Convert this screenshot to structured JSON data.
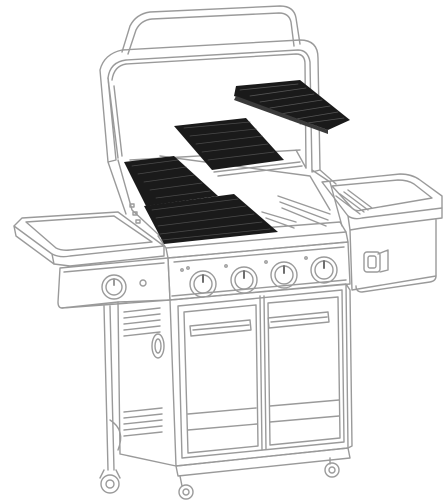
{
  "illustration": {
    "subject": "gas-grill",
    "colors": {
      "outline": "#9a9a9a",
      "outline_dark": "#6e6e6e",
      "grate": "#1a1a1a",
      "grate_line": "#4a4a4a",
      "background": "#ffffff"
    },
    "burner_knobs": 4,
    "side_burner_knobs": 1,
    "cabinet_doors": 2,
    "cooking_grates": 4
  }
}
